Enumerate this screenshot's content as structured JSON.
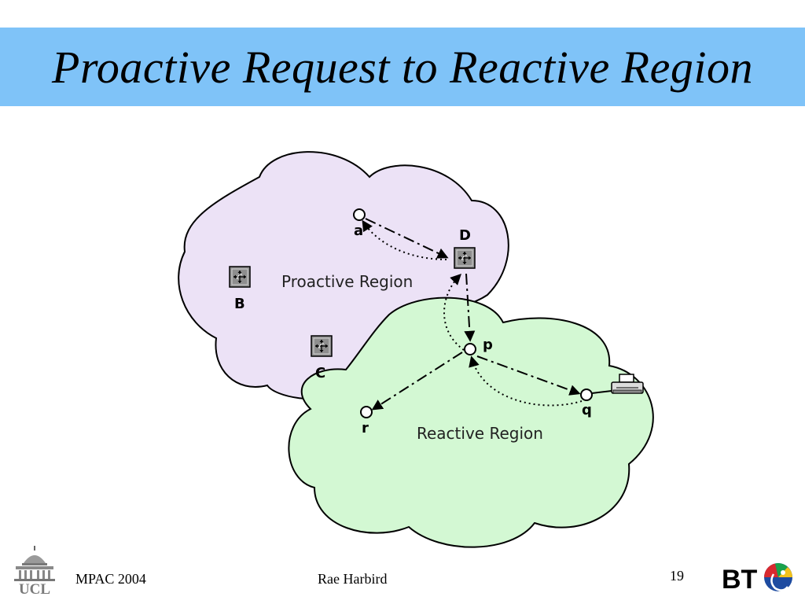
{
  "slide": {
    "title": "Proactive Request to Reactive Region"
  },
  "diagram": {
    "regions": {
      "proactive": "Proactive Region",
      "reactive": "Reactive Region"
    },
    "nodes": {
      "a": "a",
      "D": "D",
      "B": "B",
      "C": "C",
      "p": "p",
      "q": "q",
      "r": "r"
    }
  },
  "footer": {
    "conference": "MPAC 2004",
    "author": "Rae Harbird",
    "page_number": "19",
    "left_logo": "UCL",
    "right_logo": "BT"
  },
  "colors": {
    "title_bar": "#7fc3f8",
    "proactive_region": "#ece2f6",
    "reactive_region": "#d3f8d3",
    "router_box": "#8e8e8e"
  }
}
